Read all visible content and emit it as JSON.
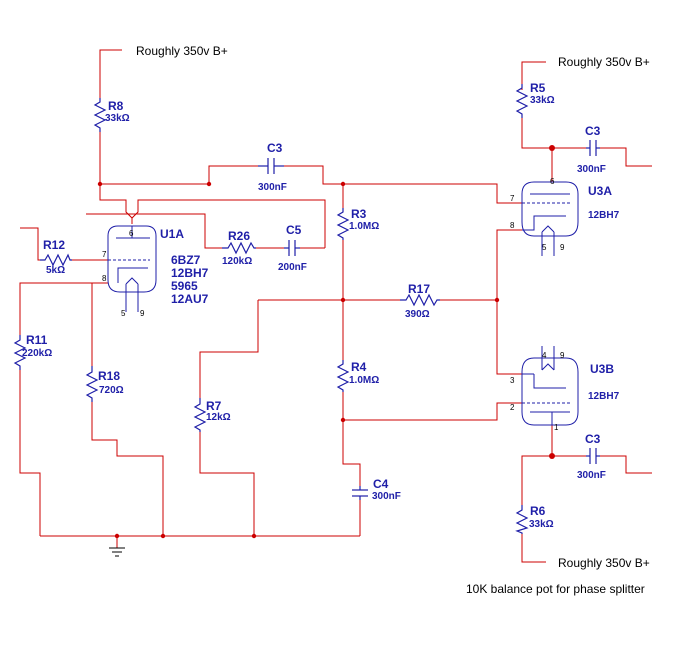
{
  "supply_label": "Roughly 350v B+",
  "note": "10K balance pot for phase splitter",
  "resistors": {
    "R8": {
      "ref": "R8",
      "value": "33kΩ"
    },
    "R5": {
      "ref": "R5",
      "value": "33kΩ"
    },
    "R3": {
      "ref": "R3",
      "value": "1.0MΩ"
    },
    "R12": {
      "ref": "R12",
      "value": "5kΩ"
    },
    "R26": {
      "ref": "R26",
      "value": "120kΩ"
    },
    "R17": {
      "ref": "R17",
      "value": "390Ω"
    },
    "R11": {
      "ref": "R11",
      "value": "220kΩ"
    },
    "R18": {
      "ref": "R18",
      "value": "720Ω"
    },
    "R7": {
      "ref": "R7",
      "value": "12kΩ"
    },
    "R4": {
      "ref": "R4",
      "value": "1.0MΩ"
    },
    "R6": {
      "ref": "R6",
      "value": "33kΩ"
    }
  },
  "capacitors": {
    "C3_top": {
      "ref": "C3",
      "value": "300nF"
    },
    "C3_u3a": {
      "ref": "C3",
      "value": "300nF"
    },
    "C5": {
      "ref": "C5",
      "value": "200nF"
    },
    "C4": {
      "ref": "C4",
      "value": "300nF"
    },
    "C3_u3b": {
      "ref": "C3",
      "value": "300nF"
    }
  },
  "tubes": {
    "U1A": {
      "ref": "U1A",
      "types": [
        "6BZ7",
        "12BH7",
        "5965",
        "12AU7"
      ],
      "pins": {
        "plate": "6",
        "grid": "7",
        "cathode": "8",
        "heater_a": "5",
        "heater_b": "9"
      }
    },
    "U3A": {
      "ref": "U3A",
      "type": "12BH7",
      "pins": {
        "plate": "6",
        "grid": "7",
        "cathode": "8",
        "heater_a": "5",
        "heater_b": "9"
      }
    },
    "U3B": {
      "ref": "U3B",
      "type": "12BH7",
      "pins": {
        "plate": "1",
        "grid": "2",
        "cathode": "3",
        "heater_a": "4",
        "heater_b": "9"
      }
    }
  }
}
